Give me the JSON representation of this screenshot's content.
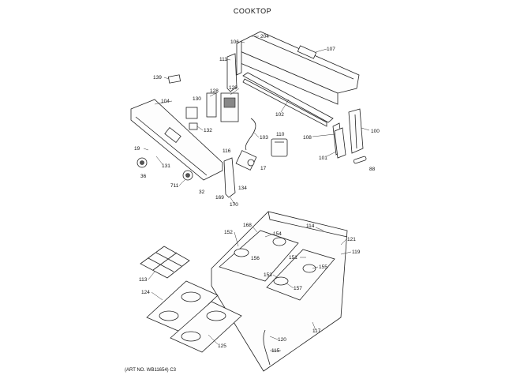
{
  "title": "COOKTOP",
  "footer": "(ART NO. WB11654) C3",
  "callouts": [
    "204",
    "106",
    "107",
    "111",
    "139",
    "129",
    "128",
    "130",
    "104",
    "102",
    "132",
    "103",
    "110",
    "108",
    "100",
    "101",
    "116",
    "19",
    "131",
    "36",
    "17",
    "88",
    "711",
    "32",
    "134",
    "169",
    "170",
    "114",
    "168",
    "152",
    "154",
    "121",
    "119",
    "156",
    "151",
    "155",
    "113",
    "153",
    "157",
    "124",
    "120",
    "117",
    "115",
    "125"
  ]
}
